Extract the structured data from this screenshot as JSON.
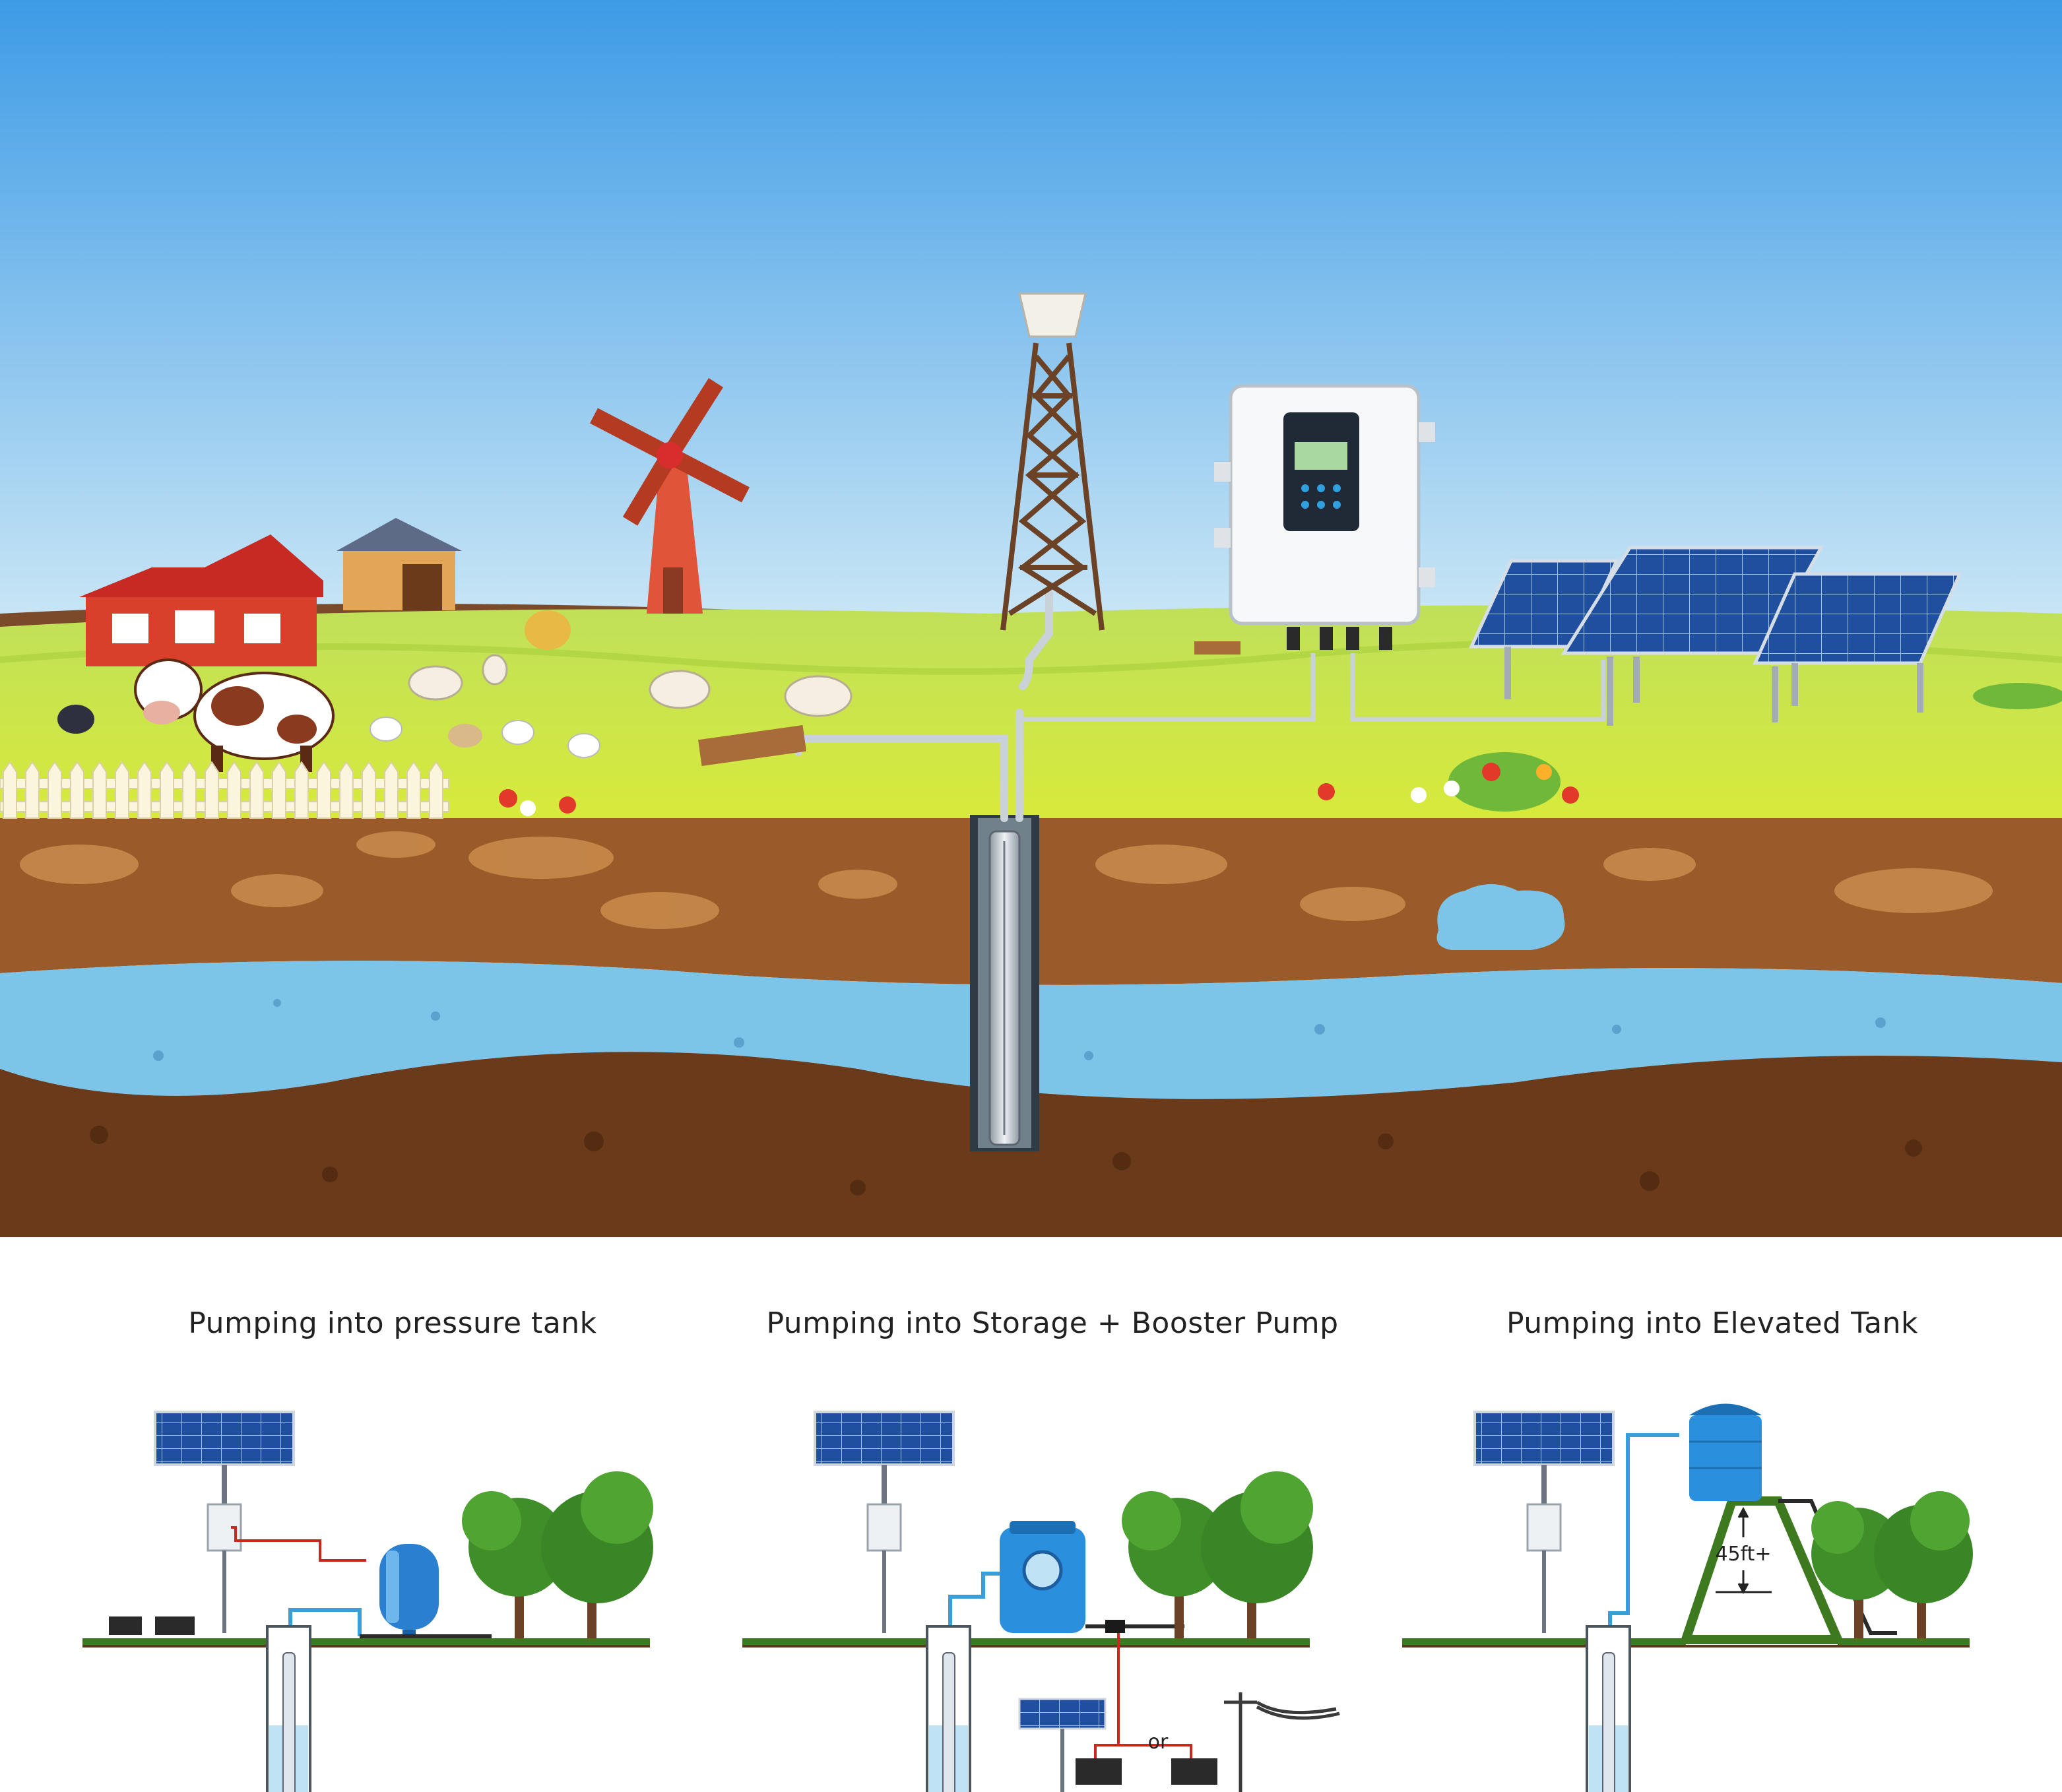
{
  "scene": {
    "elements": {
      "farmhouse": "red-farmhouse",
      "barn": "barn",
      "windmill": "windmill",
      "tower": "lattice-tower",
      "controller": "solar-pump-controller",
      "solar_array": "solar-panels",
      "pump": "submersible-pump",
      "aquifer": "aquifer"
    },
    "colors": {
      "sky_top": "#3d9be6",
      "sky_bottom": "#bfe4f5",
      "grass": "#c8e63c",
      "soil": "#9a5a2a",
      "deep_soil": "#6b3a1a",
      "water": "#7cc4e8",
      "panel_blue": "#1f4f9e"
    }
  },
  "panels": [
    {
      "title": "Pumping into pressure tank"
    },
    {
      "title": "Pumping into Storage + Booster Pump",
      "or_label": "or"
    },
    {
      "title": "Pumping into Elevated Tank",
      "height_label": "45ft+"
    }
  ]
}
